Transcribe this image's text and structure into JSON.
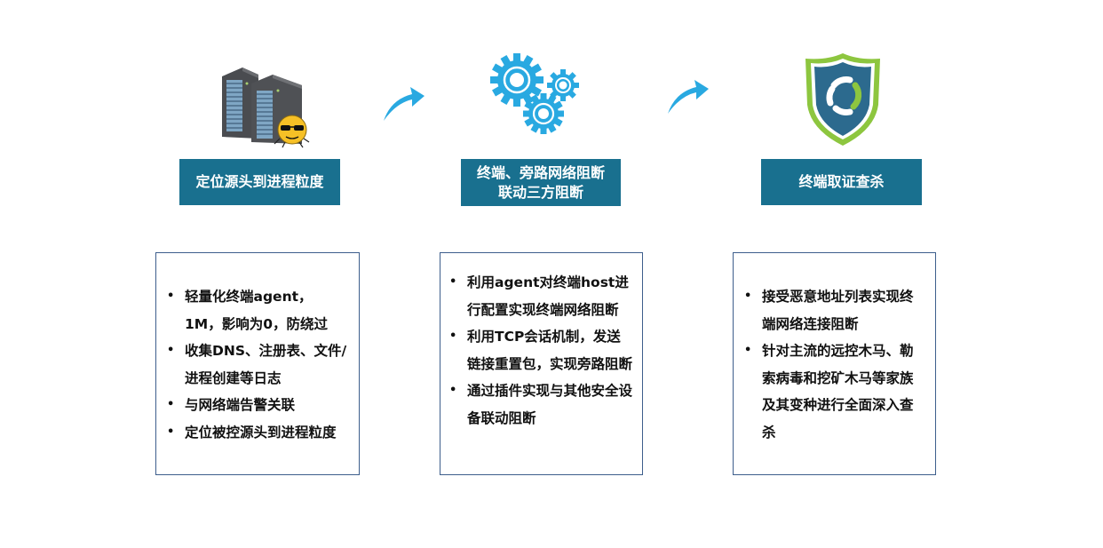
{
  "steps": [
    {
      "icon": "server-with-spy-icon",
      "title_lines": [
        "定位源头到进程粒度"
      ],
      "bullets": [
        "轻量化终端agent，1M，影响为0，防绕过",
        "收集DNS、注册表、文件/进程创建等日志",
        "与网络端告警关联",
        "定位被控源头到进程粒度"
      ]
    },
    {
      "icon": "gears-icon",
      "title_lines": [
        "终端、旁路网络阻断",
        "联动三方阻断"
      ],
      "bullets": [
        "利用agent对终端host进行配置实现终端网络阻断",
        "利用TCP会话机制，发送链接重置包，实现旁路阻断",
        "通过插件实现与其他安全设备联动阻断"
      ]
    },
    {
      "icon": "shield-icon",
      "title_lines": [
        "终端取证查杀"
      ],
      "bullets": [
        "接受恶意地址列表实现终端网络连接阻断",
        "针对主流的远控木马、勒索病毒和挖矿木马等家族及其变种进行全面深入查杀"
      ]
    }
  ],
  "arrows": [
    "arrow-right-curved-icon",
    "arrow-right-curved-icon"
  ],
  "colors": {
    "label_bg": "#19708f",
    "card_border": "#3d5e8c",
    "accent_blue": "#29a9e1",
    "shield_green": "#8dc63f",
    "shield_blue": "#2c6a8e"
  }
}
